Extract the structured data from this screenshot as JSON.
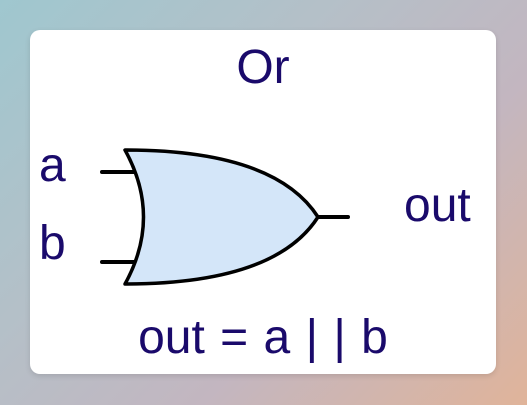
{
  "diagram": {
    "title": "Or",
    "inputs": [
      "a",
      "b"
    ],
    "output": "out",
    "expression": "out = a | | b",
    "gate_fill": "#d4e6f9",
    "stroke_color": "#000000",
    "text_color": "#1a0a6b"
  }
}
